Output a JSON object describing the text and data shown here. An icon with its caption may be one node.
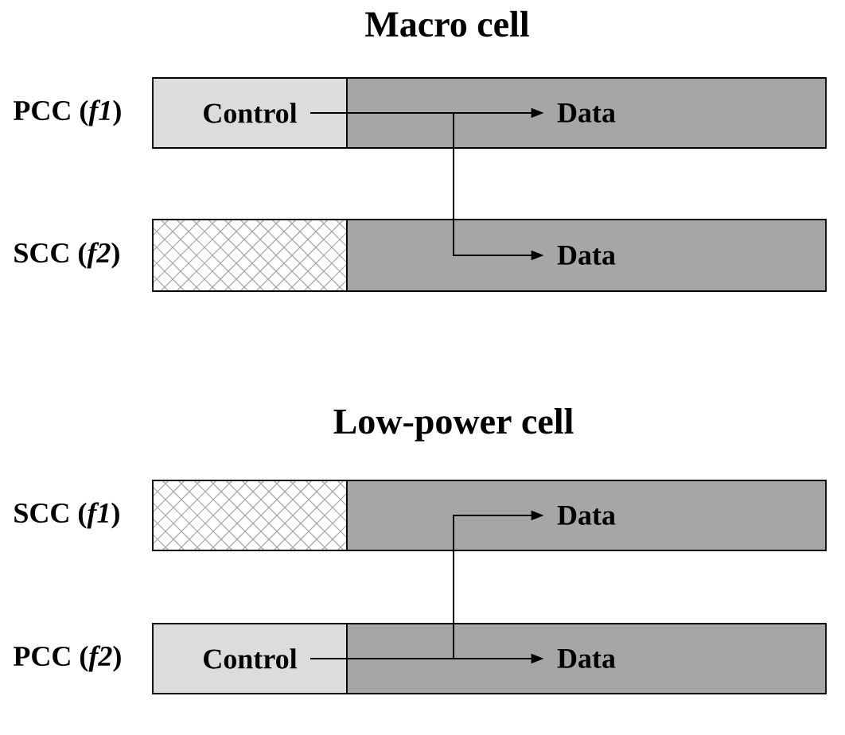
{
  "diagram": {
    "nodes": [
      {
        "text": [
          "Control"
        ],
        "beside": [
          "PCC (*f1*)"
        ]
      },
      {
        "text": [
          "Data"
        ]
      },
      {
        "text": [],
        "shape": "box",
        "beside": [
          "SCC (*f2*)"
        ]
      },
      {
        "text": [
          "Data"
        ]
      },
      {
        "text": [],
        "shape": "box",
        "beside": [
          "SCC (*f1*)"
        ]
      },
      {
        "text": [
          "Data"
        ]
      },
      {
        "text": [
          "Control"
        ],
        "beside": [
          "PCC (*f2*)"
        ]
      },
      {
        "text": [
          "Data"
        ]
      }
    ],
    "edges": [
      {
        "from": 0,
        "to": 1,
        "arrow": "to"
      },
      {
        "from": 0,
        "to": 3,
        "arrow": "to"
      },
      {
        "from": 6,
        "to": 7,
        "arrow": "to"
      },
      {
        "from": 6,
        "to": 5,
        "arrow": "to"
      }
    ],
    "labels": [
      "Macro cell",
      "Low-power cell"
    ]
  }
}
